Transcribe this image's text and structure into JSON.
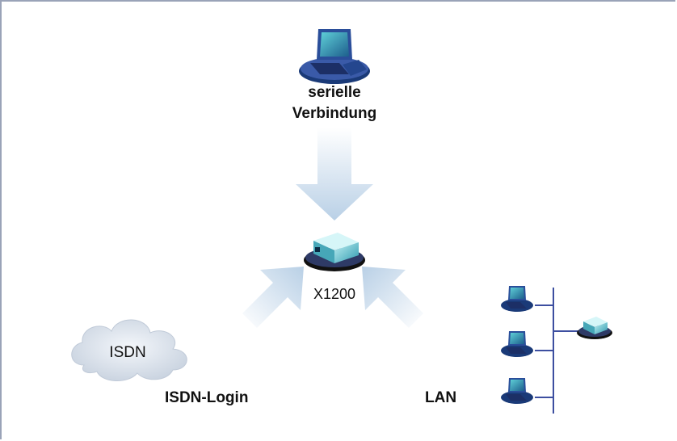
{
  "labels": {
    "serial": [
      "serielle",
      "Verbindung"
    ],
    "device": "X1200",
    "cloud": "ISDN",
    "isdn_login": "ISDN-Login",
    "lan": "LAN"
  }
}
